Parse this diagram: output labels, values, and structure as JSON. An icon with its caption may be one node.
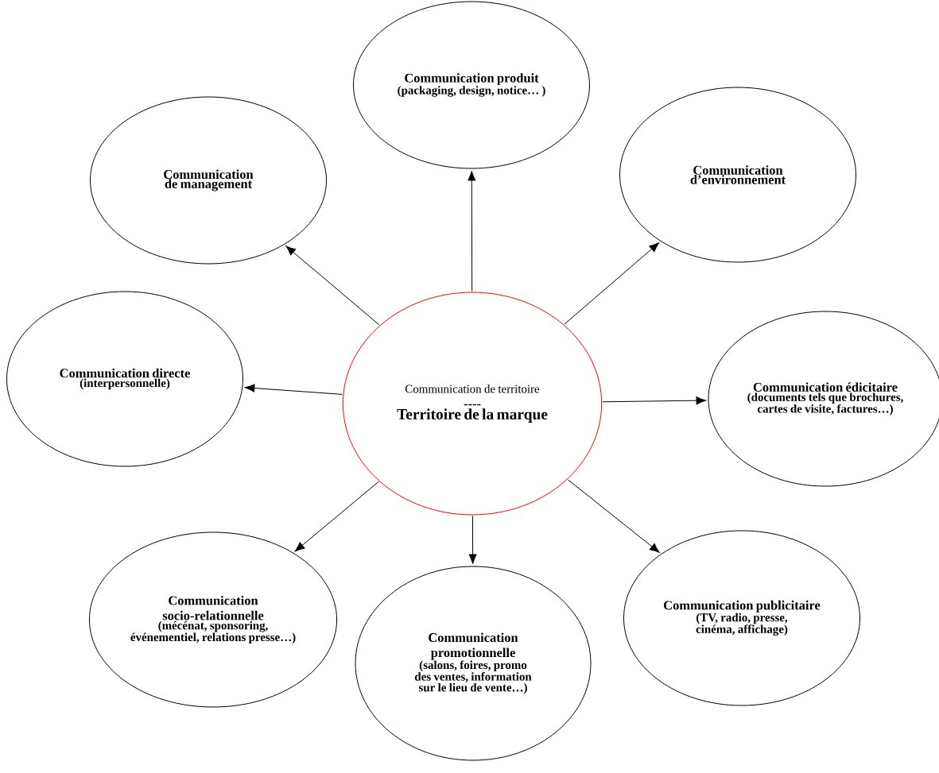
{
  "diagram": {
    "nodes": [
      {
        "text": [
          "Communication de territoire",
          "----",
          "Territoire de la marque"
        ]
      },
      {
        "text": [
          "Communication produit",
          "(packaging, design, notice… )"
        ]
      },
      {
        "text": [
          "Communication de management"
        ]
      },
      {
        "text": [
          "Communication d’environnement"
        ]
      },
      {
        "text": [
          "Communication directe",
          "(interpersonnelle)"
        ]
      },
      {
        "text": [
          "Communication édicitaire",
          "(documents tels que brochures, cartes de visite, factures…)"
        ]
      },
      {
        "text": [
          "Communication socio-relationnelle",
          "(mécénat, sponsoring, événementiel, relations presse…)"
        ]
      },
      {
        "text": [
          "Communication promotionnelle",
          "(salons, foires, promo des ventes, information sur le lieu de vente…)"
        ]
      },
      {
        "text": [
          "Communication publicitaire",
          "(TV, radio, presse, cinéma, affichage)"
        ]
      }
    ],
    "edges": [
      {
        "from": 0,
        "to": 2,
        "arrow": "to"
      },
      {
        "from": 0,
        "to": 1,
        "arrow": "to"
      },
      {
        "from": 0,
        "to": 3,
        "arrow": "to"
      },
      {
        "from": 0,
        "to": 4,
        "arrow": "to"
      },
      {
        "from": 0,
        "to": 5,
        "arrow": "to"
      },
      {
        "from": 0,
        "to": 6,
        "arrow": "to"
      },
      {
        "from": 0,
        "to": 7,
        "arrow": "to"
      },
      {
        "from": 0,
        "to": 8,
        "arrow": "to"
      }
    ]
  }
}
